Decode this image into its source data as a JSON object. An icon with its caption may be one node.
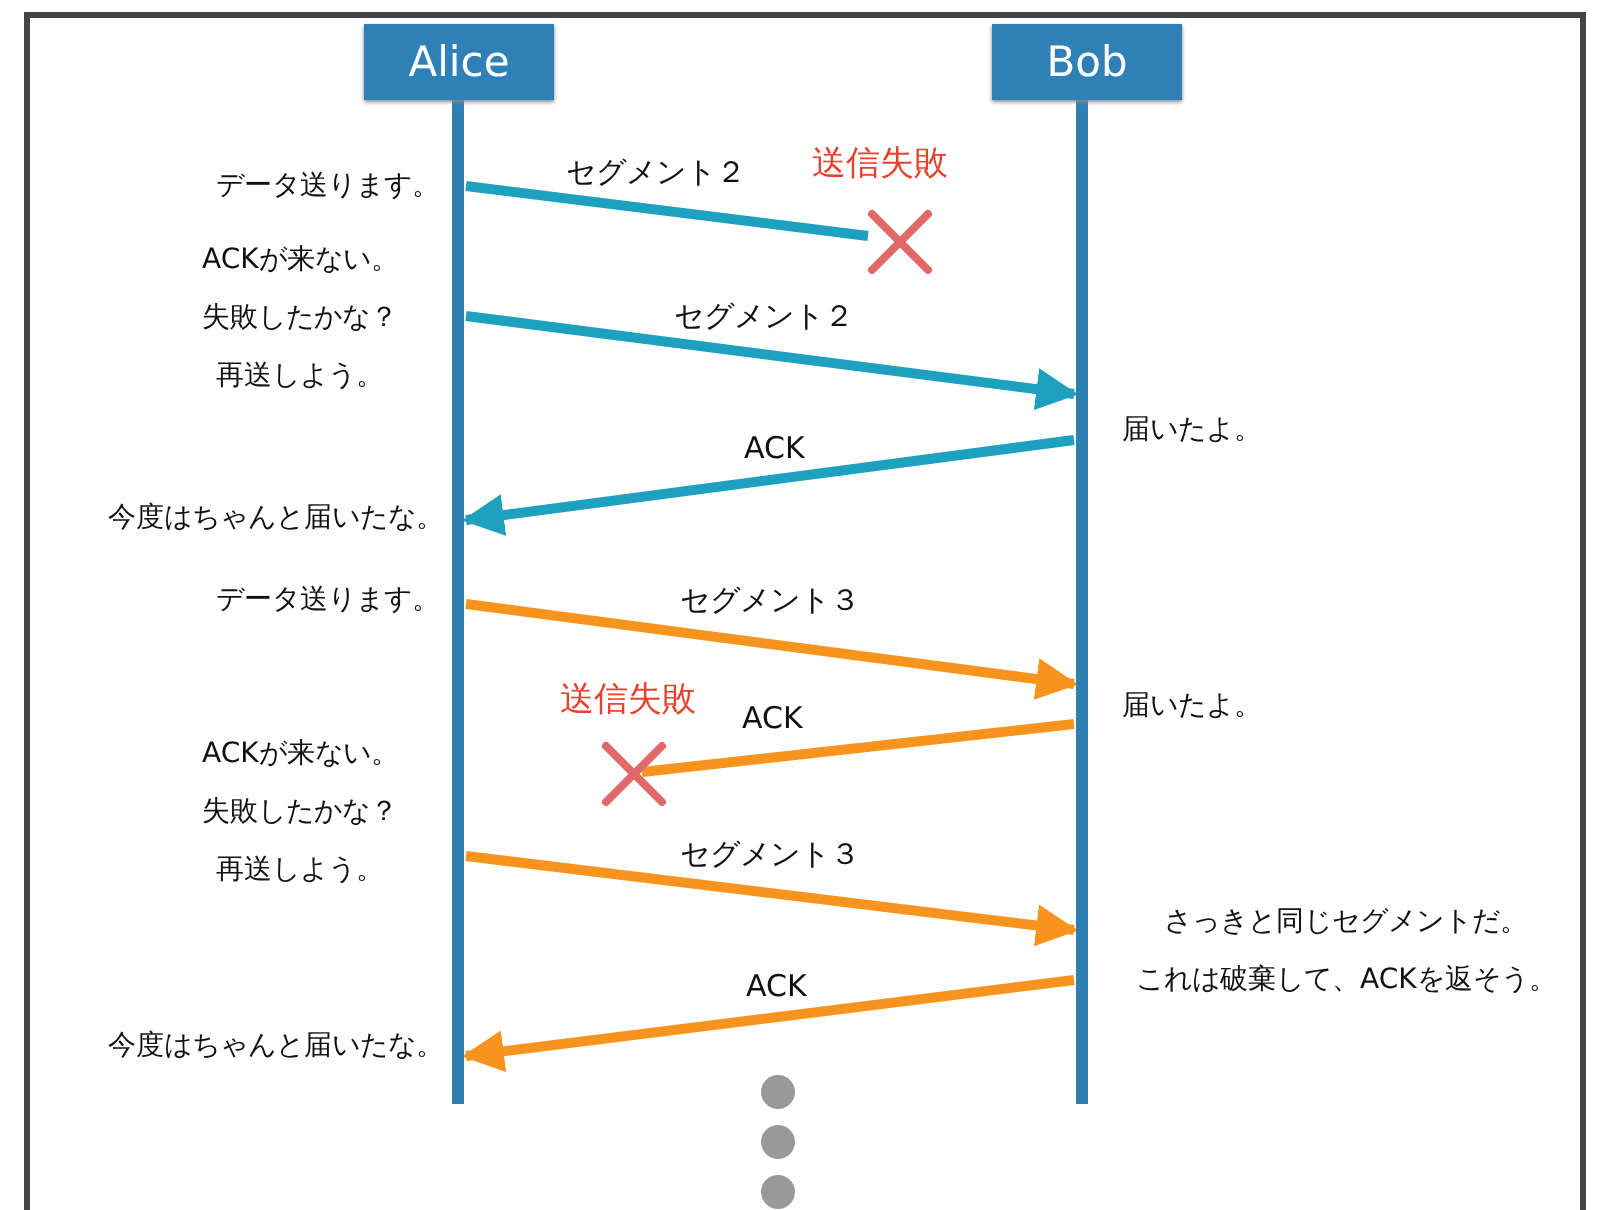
{
  "diagram": {
    "nodes": [
      {
        "text": [
          "Alice"
        ]
      },
      {
        "text": [
          "Bob"
        ]
      },
      {
        "text": [],
        "shape": "cross",
        "beside": [
          "送信失敗"
        ]
      },
      {
        "text": [],
        "shape": "cross",
        "beside": [
          "送信失敗"
        ]
      }
    ],
    "edges": [
      {
        "from": 0,
        "to": 2,
        "arrow": "none",
        "label": "セグメント２",
        "color": "#1ea0bf"
      },
      {
        "from": 0,
        "to": 1,
        "arrow": "to",
        "label": "セグメント２",
        "color": "#1ea0bf"
      },
      {
        "from": 1,
        "to": 0,
        "arrow": "to",
        "label": "ACK",
        "color": "#1ea0bf"
      },
      {
        "from": 0,
        "to": 1,
        "arrow": "to",
        "label": "セグメント３",
        "color": "#f7941d"
      },
      {
        "from": 1,
        "to": 3,
        "arrow": "none",
        "label": "ACK",
        "color": "#f7941d"
      },
      {
        "from": 0,
        "to": 1,
        "arrow": "to",
        "label": "セグメント３",
        "color": "#f7941d"
      },
      {
        "from": 1,
        "to": 0,
        "arrow": "to",
        "label": "ACK",
        "color": "#f7941d"
      }
    ],
    "labels": [
      "データ送ります。",
      "ACKが来ない。失敗したかな？再送しよう。",
      "届いたよ。",
      "今度はちゃんと届いたな。",
      "データ送ります。",
      "届いたよ。",
      "ACKが来ない。失敗したかな？再送しよう。",
      "さっきと同じセグメントだ。これは破棄して、ACKを返そう。",
      "今度はちゃんと届いたな。"
    ]
  }
}
